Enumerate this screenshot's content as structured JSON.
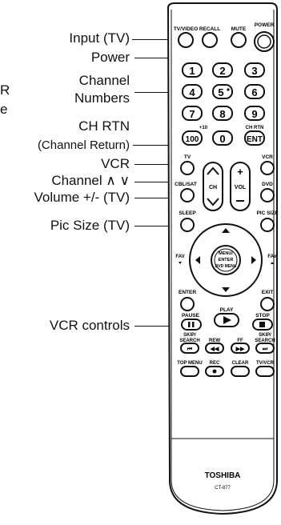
{
  "labels": {
    "input_tv": "Input (TV)",
    "power": "Power",
    "channel_numbers_line1": "Channel",
    "channel_numbers_line2": "Numbers",
    "ch_rtn": "CH RTN",
    "ch_rtn_sub": "(Channel Return)",
    "vcr": "VCR",
    "channel_updown": "Channel ∧ ∨",
    "volume": "Volume +/- (TV)",
    "pic_size": "Pic Size (TV)",
    "vcr_controls": "VCR controls",
    "cut_left_1": "R",
    "cut_left_2": "e"
  },
  "remote": {
    "tv_video": "TV/VIDEO",
    "recall": "RECALL",
    "mute": "MUTE",
    "power": "POWER",
    "digits": [
      "1",
      "2",
      "3",
      "4",
      "5",
      "6",
      "7",
      "8",
      "9"
    ],
    "plus10": "+10",
    "ch_rtn_top": "CH RTN",
    "hundred": "100",
    "zero": "0",
    "ent": "ENT",
    "tv": "TV",
    "vcr": "VCR",
    "cbl_sat": "CBL/SAT",
    "dvd": "DVD",
    "ch": "CH",
    "vol": "VOL",
    "sleep": "SLEEP",
    "pic_size": "PIC SIZE",
    "fav_left": "FAV",
    "fav_right": "FAV",
    "menu1": "MENU/",
    "menu2": "ENTER",
    "menu3": "DVD MENU",
    "enter": "ENTER",
    "exit": "EXIT",
    "pause": "PAUSE",
    "play": "PLAY",
    "stop": "STOP",
    "skip_l1": "SKIP/",
    "skip_l2": "SEARCH",
    "rew": "REW",
    "ff": "FF",
    "skip_r1": "SKIP/",
    "skip_r2": "SEARCH",
    "top_menu": "TOP MENU",
    "rec": "REC",
    "clear": "CLEAR",
    "tv_vcr": "TV/VCR",
    "brand": "TOSHIBA",
    "model": "CT-877"
  }
}
